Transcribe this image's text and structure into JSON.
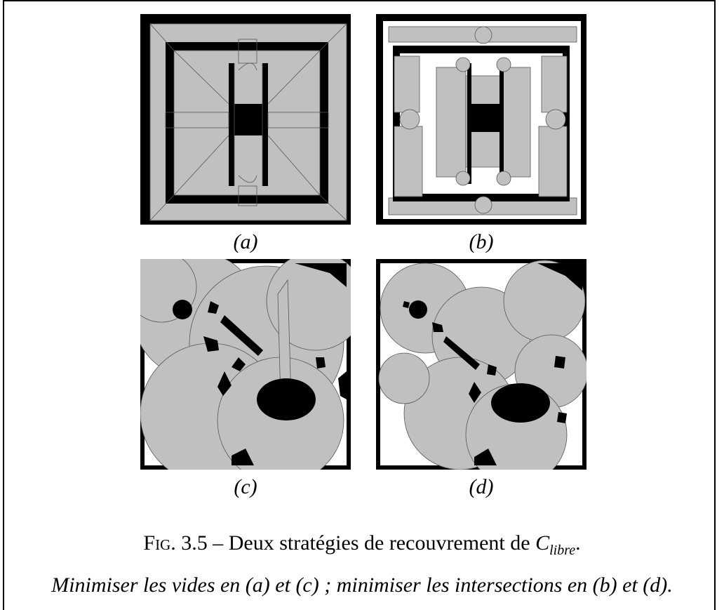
{
  "panels": [
    {
      "label": "(a)"
    },
    {
      "label": "(b)"
    },
    {
      "label": "(c)"
    },
    {
      "label": "(d)"
    }
  ],
  "caption": {
    "prefix": "Fig.",
    "number_and_text": "3.5 – Deux stratégies de recouvrement de ",
    "math_main": "C",
    "math_sub": "libre",
    "end": "."
  },
  "description": "Minimiser les vides en (a) et (c) ; minimiser les intersections en (b) et (d).",
  "colors": {
    "obstacle": "#000000",
    "cell": "#c0c0c0",
    "free": "#ffffff"
  }
}
